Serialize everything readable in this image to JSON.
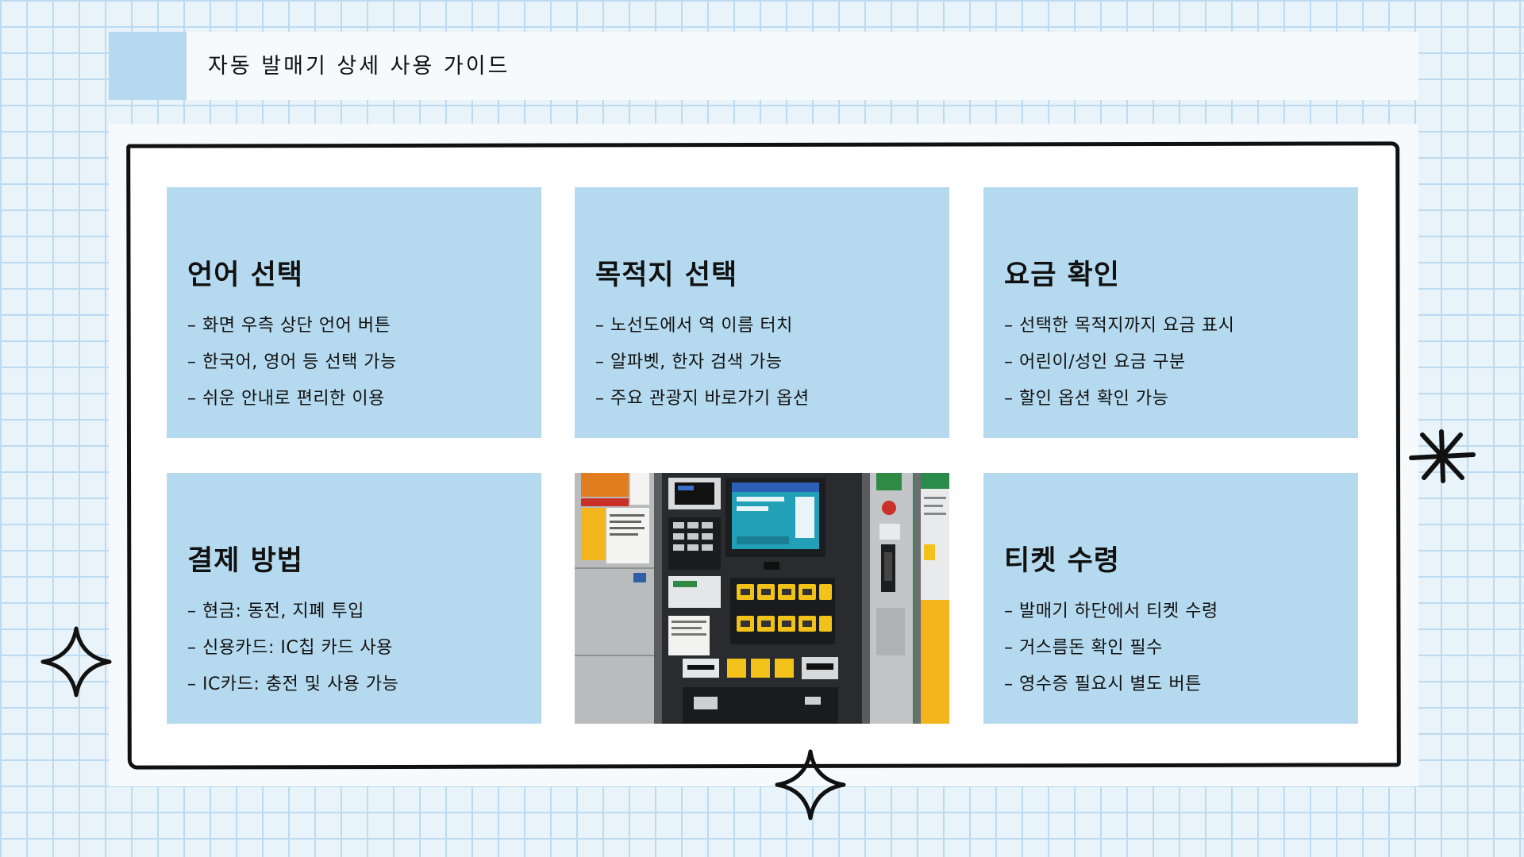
{
  "header": {
    "title": "자동 발매기 상세 사용 가이드"
  },
  "cards": [
    {
      "title": "언어 선택",
      "items": [
        "화면 우측 상단 언어 버튼",
        "한국어, 영어 등 선택 가능",
        "쉬운 안내로 편리한 이용"
      ]
    },
    {
      "title": "목적지 선택",
      "items": [
        "노선도에서 역 이름 터치",
        "알파벳, 한자 검색 가능",
        "주요 관광지 바로가기 옵션"
      ]
    },
    {
      "title": "요금 확인",
      "items": [
        "선택한 목적지까지 요금 표시",
        "어린이/성인 요금 구분",
        "할인 옵션 확인 가능"
      ]
    },
    {
      "title": "결제 방법",
      "items": [
        "현금: 동전, 지폐 투입",
        "신용카드: IC칩 카드 사용",
        "IC카드: 충전 및 사용 가능"
      ]
    },
    {
      "title": "티켓 수령",
      "items": [
        "발매기 하단에서 티켓 수령",
        "거스름돈 확인 필수",
        "영수증 필요시 별도 버튼"
      ]
    }
  ],
  "colors": {
    "card_blue": "#b5daef",
    "grid_line": "#bcdaf0",
    "frame_border": "#111111"
  },
  "icons": [
    "sparkle-icon",
    "asterisk-icon"
  ]
}
